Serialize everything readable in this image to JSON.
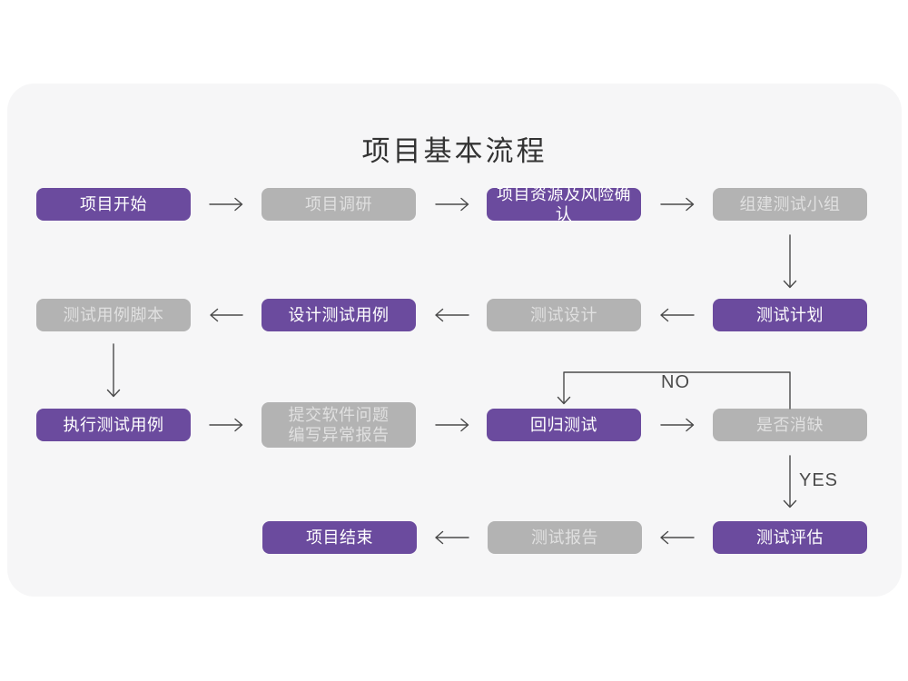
{
  "title": "项目基本流程",
  "colors": {
    "page_bg": "#ffffff",
    "card_bg": "#f6f6f7",
    "purple": "#6b4b9e",
    "purple_text": "#ffffff",
    "gray": "#b3b3b3",
    "gray_text": "#e0e0e0",
    "arrow": "#4a4a4a",
    "title_text": "#333333"
  },
  "labels": {
    "no": "NO",
    "yes": "YES"
  },
  "nodes": [
    {
      "id": "project-start",
      "label": "项目开始",
      "variant": "purple"
    },
    {
      "id": "project-research",
      "label": "项目调研",
      "variant": "gray"
    },
    {
      "id": "resources-risk-confirm",
      "label": "项目资源及风险确认",
      "variant": "purple"
    },
    {
      "id": "form-test-team",
      "label": "组建测试小组",
      "variant": "gray"
    },
    {
      "id": "test-case-script",
      "label": "测试用例脚本",
      "variant": "gray"
    },
    {
      "id": "design-test-case",
      "label": "设计测试用例",
      "variant": "purple"
    },
    {
      "id": "test-design",
      "label": "测试设计",
      "variant": "gray"
    },
    {
      "id": "test-plan",
      "label": "测试计划",
      "variant": "purple"
    },
    {
      "id": "execute-test-case",
      "label": "执行测试用例",
      "variant": "purple"
    },
    {
      "id": "submit-issue-report",
      "label": "提交软件问题\n编写异常报告",
      "variant": "gray"
    },
    {
      "id": "regression-test",
      "label": "回归测试",
      "variant": "purple"
    },
    {
      "id": "defect-cleared",
      "label": "是否消缺",
      "variant": "gray"
    },
    {
      "id": "project-end",
      "label": "项目结束",
      "variant": "purple"
    },
    {
      "id": "test-report",
      "label": "测试报告",
      "variant": "gray"
    },
    {
      "id": "test-evaluation",
      "label": "测试评估",
      "variant": "purple"
    }
  ]
}
